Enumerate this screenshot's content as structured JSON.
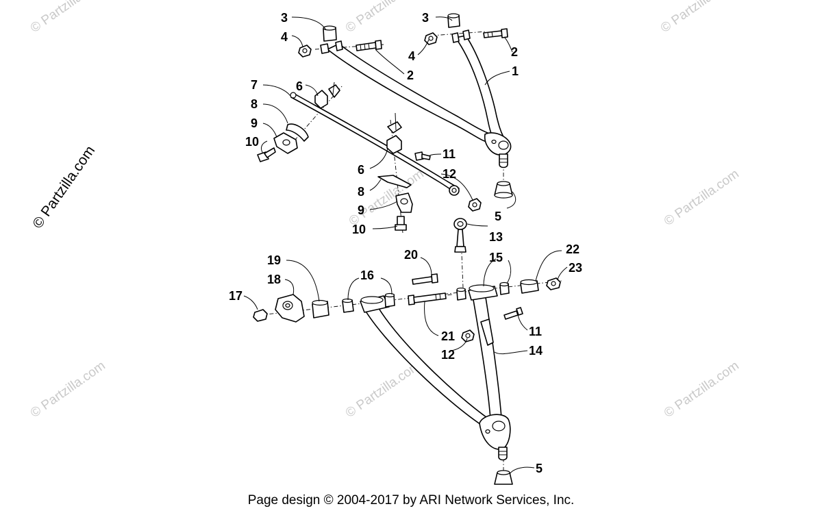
{
  "watermark": {
    "text": "© Partzilla.com",
    "side_text": "© Partzilla.com"
  },
  "callouts": {
    "c1": "1",
    "c2a": "2",
    "c2b": "2",
    "c3a": "3",
    "c3b": "3",
    "c4a": "4",
    "c4b": "4",
    "c5a": "5",
    "c5b": "5",
    "c6a": "6",
    "c6b": "6",
    "c7": "7",
    "c8a": "8",
    "c8b": "8",
    "c9a": "9",
    "c9b": "9",
    "c10a": "10",
    "c10b": "10",
    "c11a": "11",
    "c11b": "11",
    "c12a": "12",
    "c12b": "12",
    "c13": "13",
    "c14": "14",
    "c15": "15",
    "c16": "16",
    "c17": "17",
    "c18": "18",
    "c19": "19",
    "c20": "20",
    "c21": "21",
    "c22": "22",
    "c23": "23"
  },
  "footer": {
    "text": "Page design © 2004-2017 by ARI Network Services, Inc."
  }
}
